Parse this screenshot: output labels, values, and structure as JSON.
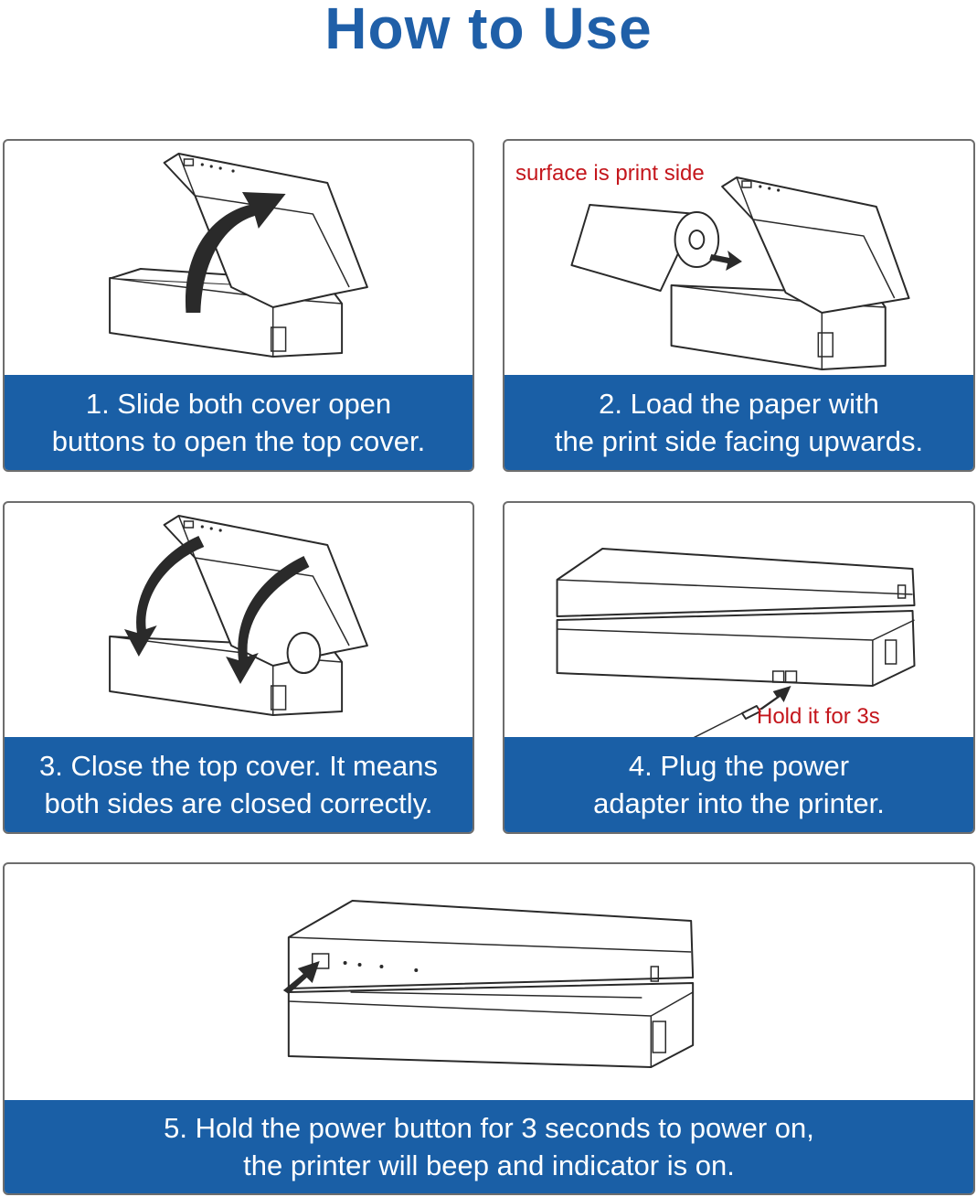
{
  "title": "How to Use",
  "colors": {
    "title": "#1f5fa8",
    "caption_band": "#1a5fa6",
    "annotation": "#c4161c"
  },
  "steps": [
    {
      "line1": "1. Slide both cover open",
      "line2": "buttons to open the top cover."
    },
    {
      "line1": "2. Load the paper with",
      "line2": "the print side facing upwards.",
      "annotation": "surface is print side"
    },
    {
      "line1": "3. Close the top cover. It means",
      "line2": "both sides are closed correctly."
    },
    {
      "line1": "4. Plug the power",
      "line2": "adapter into the printer.",
      "annotation": "Hold it for 3s"
    },
    {
      "line1": "5. Hold the power button for 3 seconds to power on,",
      "line2": "the printer will beep and indicator is on."
    }
  ]
}
